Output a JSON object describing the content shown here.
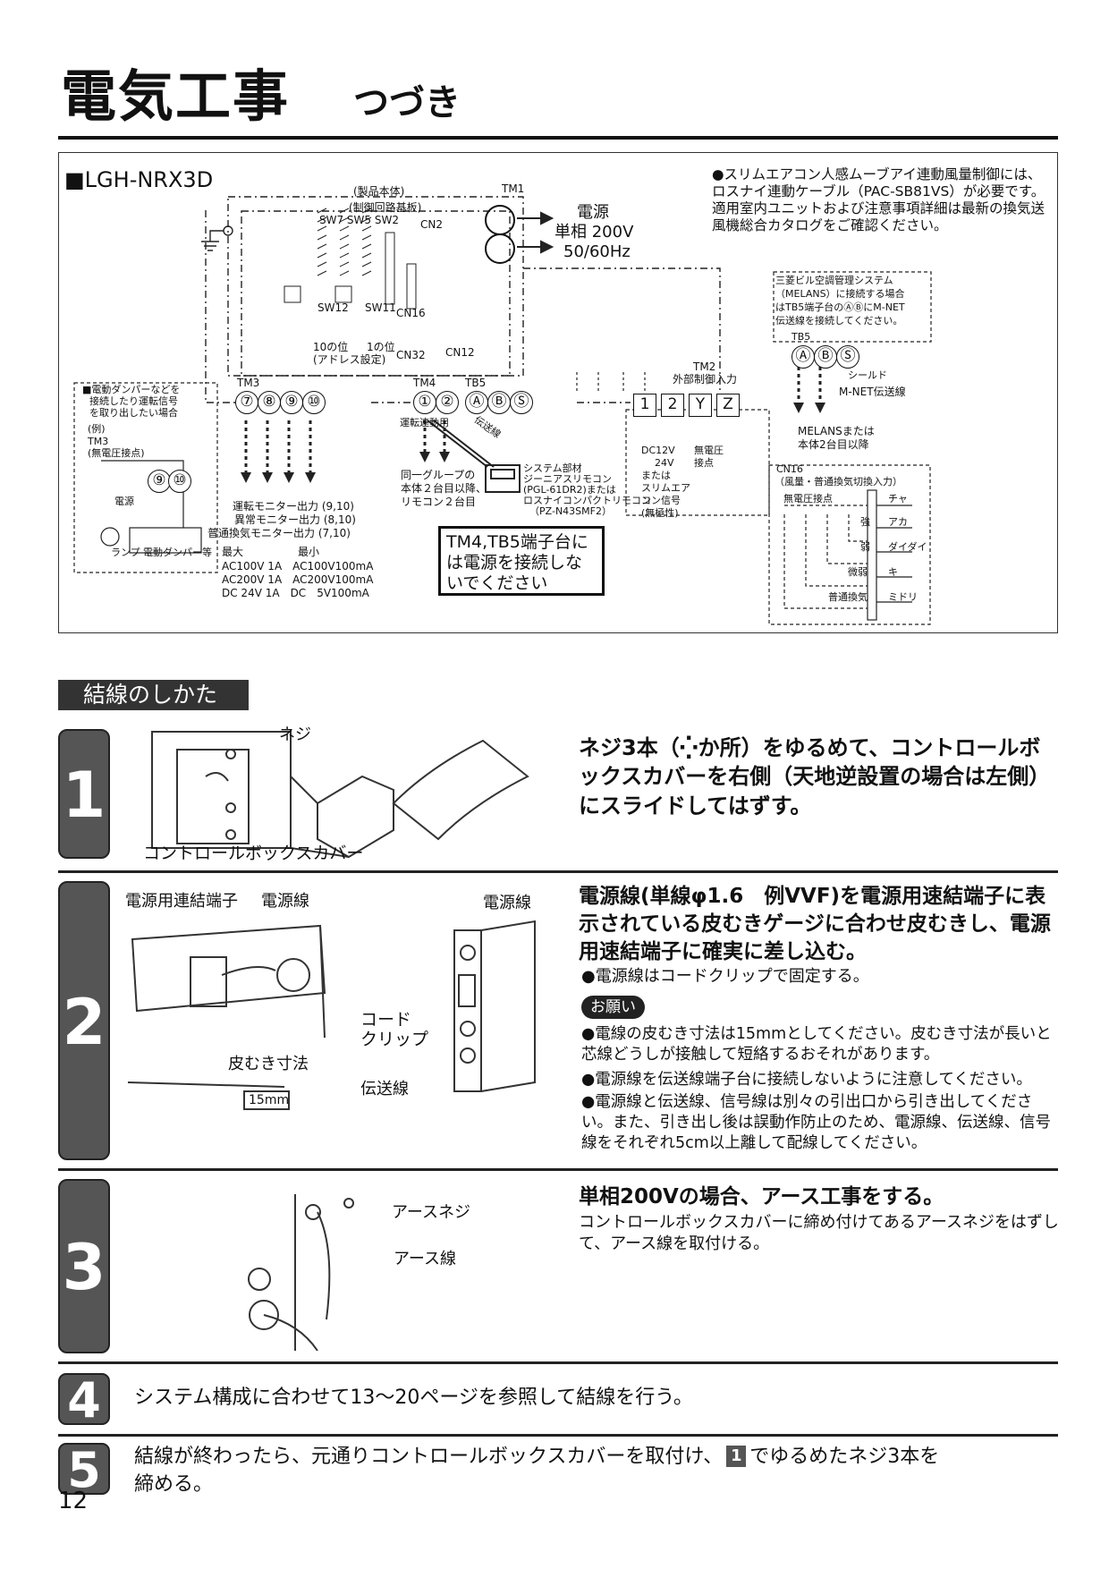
{
  "header": {
    "title": "電気工事",
    "subtitle": "つづき"
  },
  "diagram": {
    "model": "■LGH-NRX3D",
    "product_body": "(製品本体)",
    "control_board": "(制御回路基板)",
    "sw_labels": "SW7 SW5 SW2",
    "cn2": "CN2",
    "tm1": "TM1",
    "power": {
      "l1": "電源",
      "l2": "単相 200V",
      "l3": "50/60Hz"
    },
    "sw12": "SW12",
    "sw11": "SW11",
    "sw12_sub": "10の位",
    "sw11_sub": "1の位",
    "address": "(アドレス設定)",
    "cn16": "CN16",
    "cn32": "CN32",
    "cn12": "CN12",
    "tm2": "TM2",
    "tm2_sub": "外部制御入力",
    "tm3": "TM3",
    "tm4": "TM4",
    "tb5": "TB5",
    "tm3_terms": [
      "⑦",
      "⑧",
      "⑨",
      "⑩"
    ],
    "tm4_terms": [
      "①",
      "②"
    ],
    "tb5_terms": [
      "Ⓐ",
      "Ⓑ",
      "Ⓢ"
    ],
    "tm2_terms": [
      "1",
      "2",
      "Y",
      "Z"
    ],
    "note": "●スリムエアコン人感ムーブアイ連動風量制御には、ロスナイ連動ケーブル（PAC-SB81VS）が必要です。適用室内ユニットおよび注意事項詳細は最新の換気送風機総合カタログをご確認ください。",
    "melans_box": {
      "l1": "三菱ビル空調管理システム",
      "l2": "（MELANS）に接続する場合",
      "l3": "はTB5端子台のⒶⒷにM-NET",
      "l4": "伝送線を接続してください。",
      "tb5": "TB5",
      "shield": "シールド",
      "mnet": "M-NET伝送線",
      "melans1": "MELANSまたは",
      "melans2": "本体2台目以降"
    },
    "damper_box": {
      "l1": "■電動ダンパーなどを",
      "l2": "接続したり運転信号",
      "l3": "を取り出したい場合",
      "l4": "(例)",
      "l5": "TM3",
      "l6": "(無電圧接点)",
      "power": "電源",
      "lamp": "ランプ",
      "damper": "電動ダンパー等"
    },
    "outputs": {
      "run": "運転モニター出力 (9,10)",
      "fault": "異常モニター出力 (8,10)",
      "normal": "普通換気モニター出力 (7,10)",
      "max": "最大",
      "min": "最小",
      "r1": "AC100V 1A　AC100V100mA",
      "r2": "AC200V 1A　AC200V100mA",
      "r3": "DC 24V  1A　DC　5V100mA"
    },
    "tm4_side": "運転連動用",
    "transmission": "伝送線",
    "group1": "同一グループの",
    "group2": "本体２台目以降、",
    "group3": "リモコン２台目",
    "remote": {
      "l1": "システム部材",
      "l2": "ジーニアスリモコン",
      "l3": "(PGL-61DR2)または",
      "l4": "ロスナイコンパクトリモコン",
      "l5": "（PZ-N43SMF2）"
    },
    "tm2_left": [
      "DC12V",
      "24V",
      "または",
      "スリムエア",
      "コン信号",
      "(無極性)"
    ],
    "tm2_right": [
      "無電圧",
      "接点"
    ],
    "warning": "TM4,TB5端子台には電源を接続しないでください",
    "cn16_box": {
      "title": "CN16",
      "sub": "（風量・普通換気切換入力）",
      "contact": "無電圧接点",
      "strong": "強",
      "weak": "弱",
      "micro": "微弱",
      "normal": "普通換気",
      "wire_colors": [
        "チャ",
        "アカ",
        "ダイダイ",
        "キ",
        "ミドリ"
      ]
    }
  },
  "section_heading": "結線のしかた",
  "steps": [
    {
      "num": "1",
      "screw_label": "ネジ",
      "cover_label": "コントロールボックスカバー",
      "text": "ネジ3本（⁛か所）をゆるめて、コントロールボックスカバーを右側（天地逆設置の場合は左側）にスライドしてはずす。"
    },
    {
      "num": "2",
      "labels": {
        "terminal": "電源用連結端子",
        "wire1": "電源線",
        "wire2": "電源線",
        "clip": "コード\nクリップ",
        "strip": "皮むき寸法",
        "mm": "15mm",
        "trans": "伝送線"
      },
      "text": "電源線(単線φ1.6　例VVF)を電源用速結端子に表示されている皮むきゲージに合わせ皮むきし、電源用速結端子に確実に差し込む。",
      "sub": "●電源線はコードクリップで固定する。",
      "badge": "お願い",
      "bullets": [
        "●電線の皮むき寸法は15mmとしてください。皮むき寸法が長いと芯線どうしが接触して短絡するおそれがあります。",
        "●電源線を伝送線端子台に接続しないように注意してください。",
        "●電源線と伝送線、信号線は別々の引出口から引き出してください。また、引き出し後は誤動作防止のため、電源線、伝送線、信号線をそれぞれ5cm以上離して配線してください。"
      ]
    },
    {
      "num": "3",
      "labels": {
        "screw": "アースネジ",
        "wire": "アース線"
      },
      "text": "単相200Vの場合、アース工事をする。",
      "sub": "コントロールボックスカバーに締め付けてあるアースネジをはずして、アース線を取付ける。"
    },
    {
      "num": "4",
      "text": "システム構成に合わせて13〜20ページを参照して結線を行う。"
    },
    {
      "num": "5",
      "text_a": "結線が終わったら、元通りコントロールボックスカバーを取付け、",
      "ref": "1",
      "text_b": "でゆるめたネジ3本を",
      "text_c": "締める。"
    }
  ],
  "page_number": "12"
}
